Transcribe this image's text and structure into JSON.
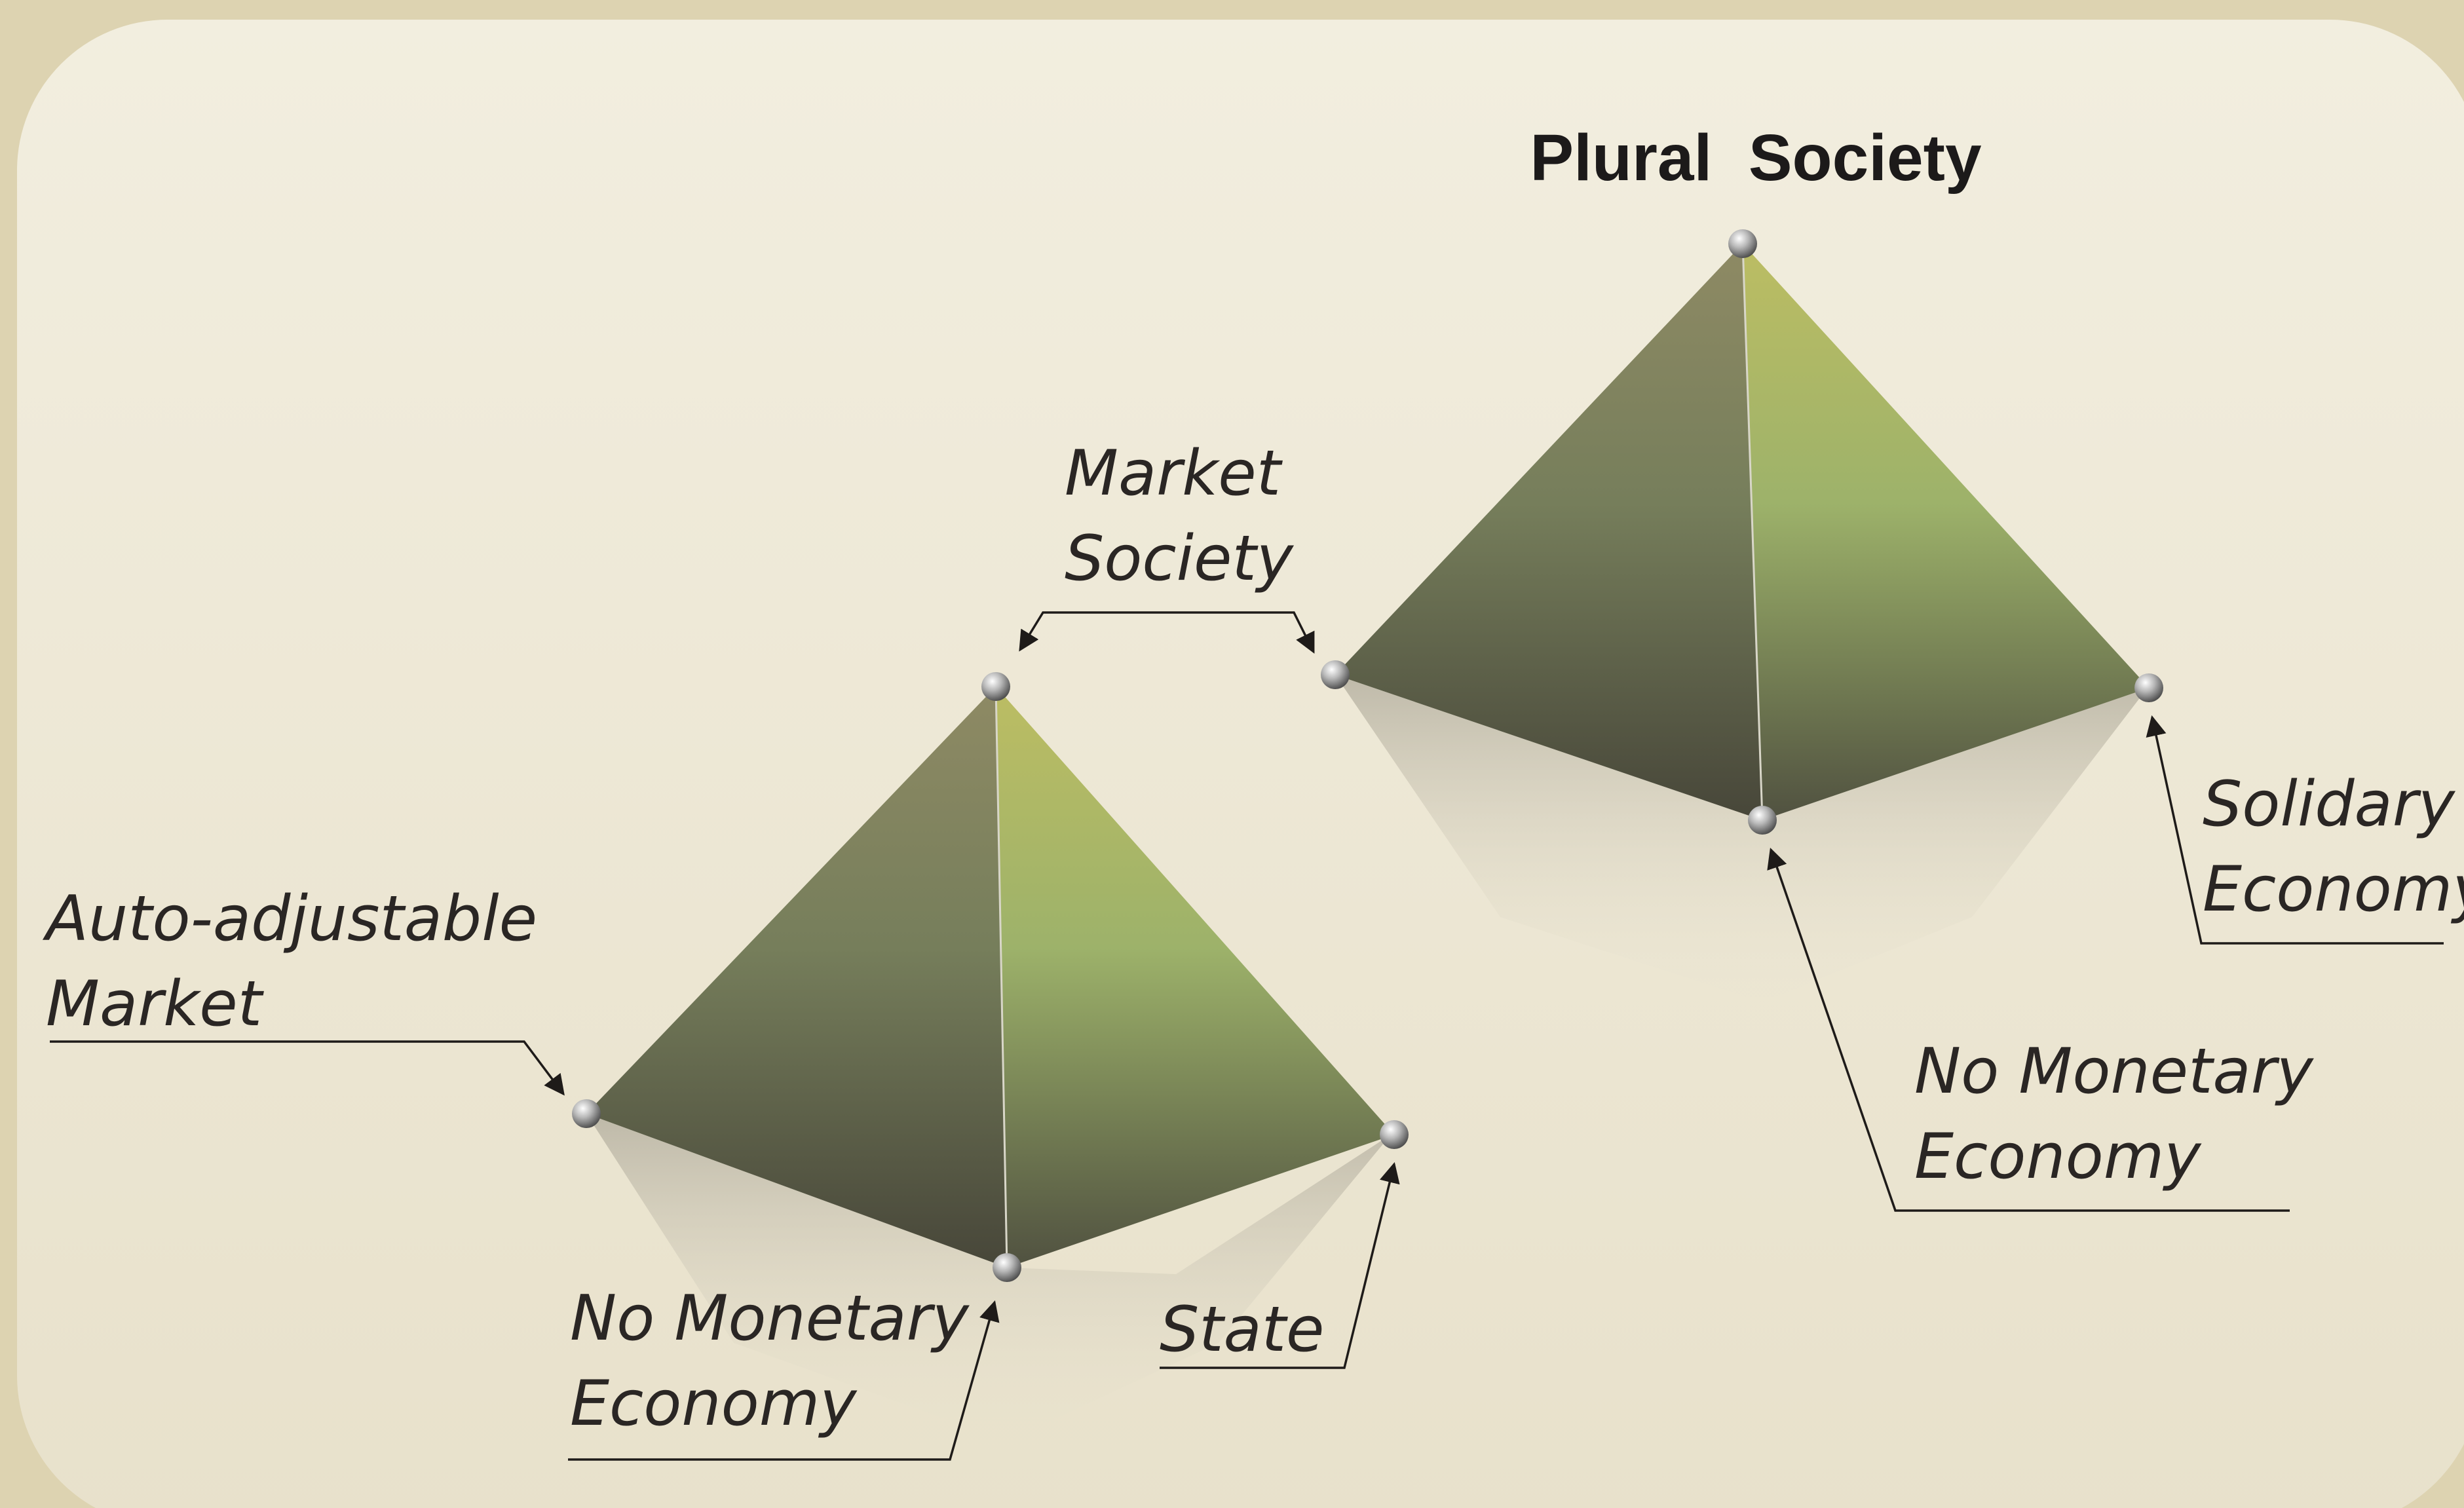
{
  "title": "Plural  Society",
  "labels": {
    "market_society": [
      "Market",
      "Society"
    ],
    "auto_adjustable_market": [
      "Auto-adjustable",
      "Market"
    ],
    "no_monetary_economy_left": [
      "No Monetary",
      "Economy"
    ],
    "state": [
      "State"
    ],
    "solidary_economy": [
      "Solidary",
      "Economy"
    ],
    "no_monetary_economy_right": [
      "No Monetary",
      "Economy"
    ]
  },
  "colors": {
    "background_frame": "#ddd3b1",
    "panel_top": "#f1ecdc",
    "panel_bottom": "#e9e2cd",
    "pyramid_dark": "#4a4a3c",
    "pyramid_olive": "#8b8b63",
    "pyramid_light": "#9fb46a",
    "pyramid_yellow": "#b9bc63",
    "line": "#1e1b19"
  }
}
